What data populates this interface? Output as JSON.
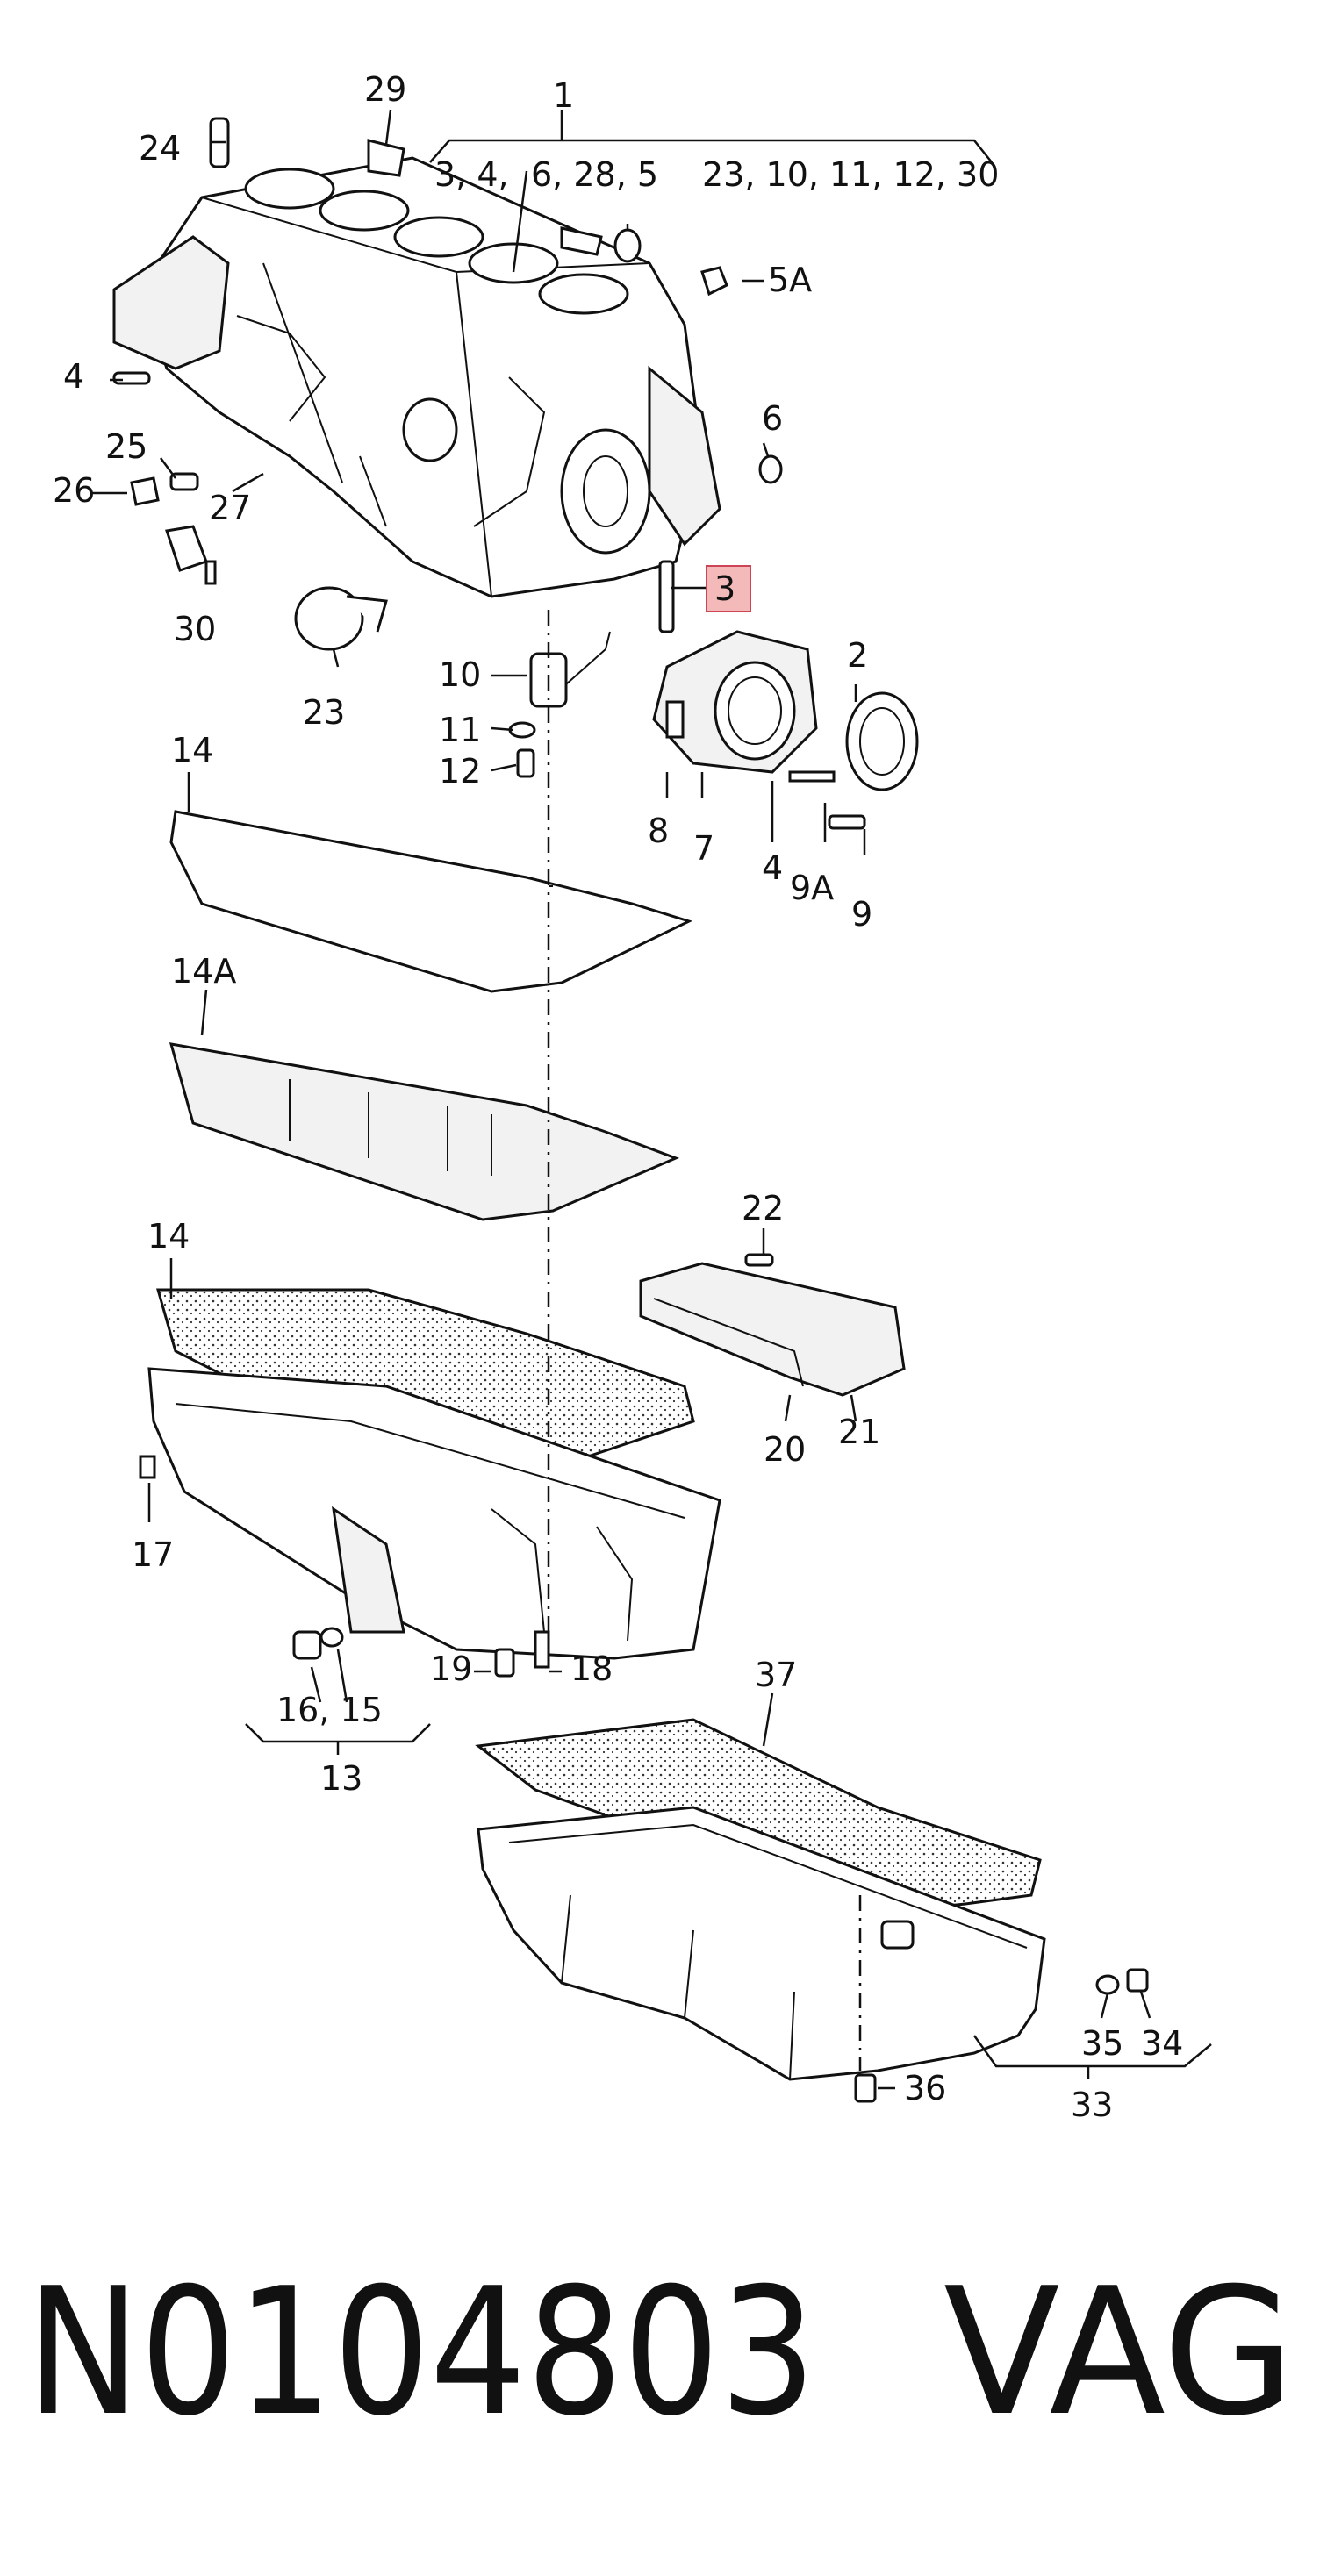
{
  "callouts": {
    "c1": "1",
    "c1_sub": "3, 4,",
    "c1_sub2": "6, 28, 5",
    "c1_sub3": "23, 10, 11, 12, 30",
    "c2": "2",
    "c3": "3",
    "c4a": "4",
    "c4b": "4",
    "c5a": "5A",
    "c6": "6",
    "c7": "7",
    "c8": "8",
    "c9": "9",
    "c9a": "9A",
    "c10": "10",
    "c11": "11",
    "c12": "12",
    "c13": "13",
    "c14a": "14",
    "c14b": "14A",
    "c14c": "14",
    "c1615": "16, 15",
    "c17": "17",
    "c18": "18",
    "c19": "19",
    "c20": "20",
    "c21": "21",
    "c22": "22",
    "c23": "23",
    "c24": "24",
    "c25": "25",
    "c26": "26",
    "c27": "27",
    "c29": "29",
    "c30": "30",
    "c33": "33",
    "c34": "34",
    "c35": "35",
    "c36": "36",
    "c37": "37"
  },
  "highlight_color": "#f4b9b9",
  "part_number": "N0104803",
  "brand": "VAG"
}
